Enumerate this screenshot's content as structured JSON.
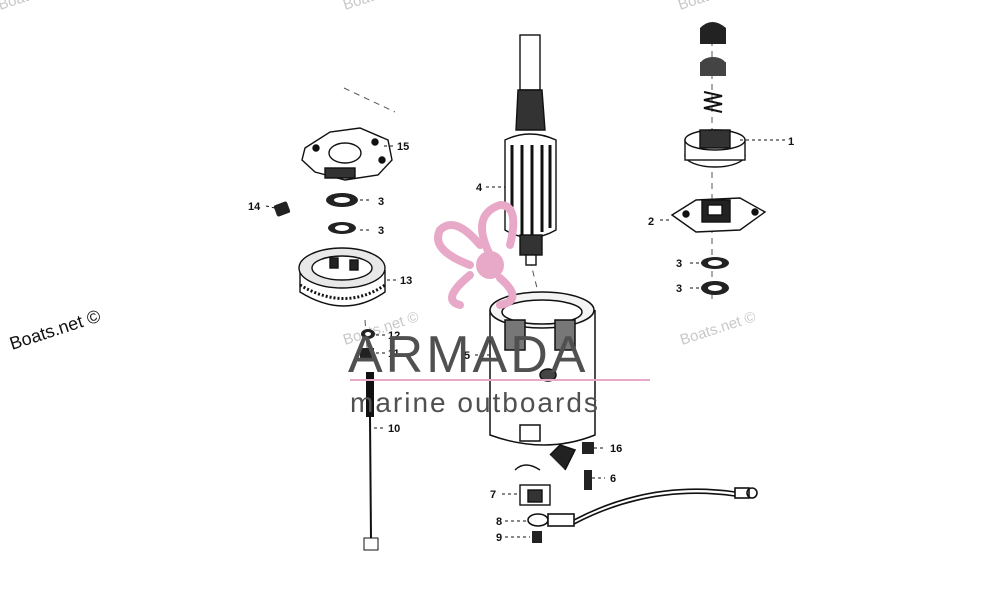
{
  "watermark_text": "Boats.net ©",
  "copyright_text": "Boats.net ©",
  "brand": {
    "name": "ARMADA",
    "tagline": "marine outboards",
    "logo_color": "#e8a9c8",
    "text_color": "#505050"
  },
  "callouts": [
    {
      "id": "c1",
      "label": "1"
    },
    {
      "id": "c2",
      "label": "2"
    },
    {
      "id": "c3a",
      "label": "3"
    },
    {
      "id": "c3b",
      "label": "3"
    },
    {
      "id": "c3c",
      "label": "3"
    },
    {
      "id": "c3d",
      "label": "3"
    },
    {
      "id": "c4",
      "label": "4"
    },
    {
      "id": "c5",
      "label": "5"
    },
    {
      "id": "c6",
      "label": "6"
    },
    {
      "id": "c7",
      "label": "7"
    },
    {
      "id": "c8",
      "label": "8"
    },
    {
      "id": "c9",
      "label": "9"
    },
    {
      "id": "c10",
      "label": "10"
    },
    {
      "id": "c11",
      "label": "11"
    },
    {
      "id": "c12",
      "label": "12"
    },
    {
      "id": "c13",
      "label": "13"
    },
    {
      "id": "c14",
      "label": "14"
    },
    {
      "id": "c15",
      "label": "15"
    },
    {
      "id": "c16",
      "label": "16"
    }
  ]
}
